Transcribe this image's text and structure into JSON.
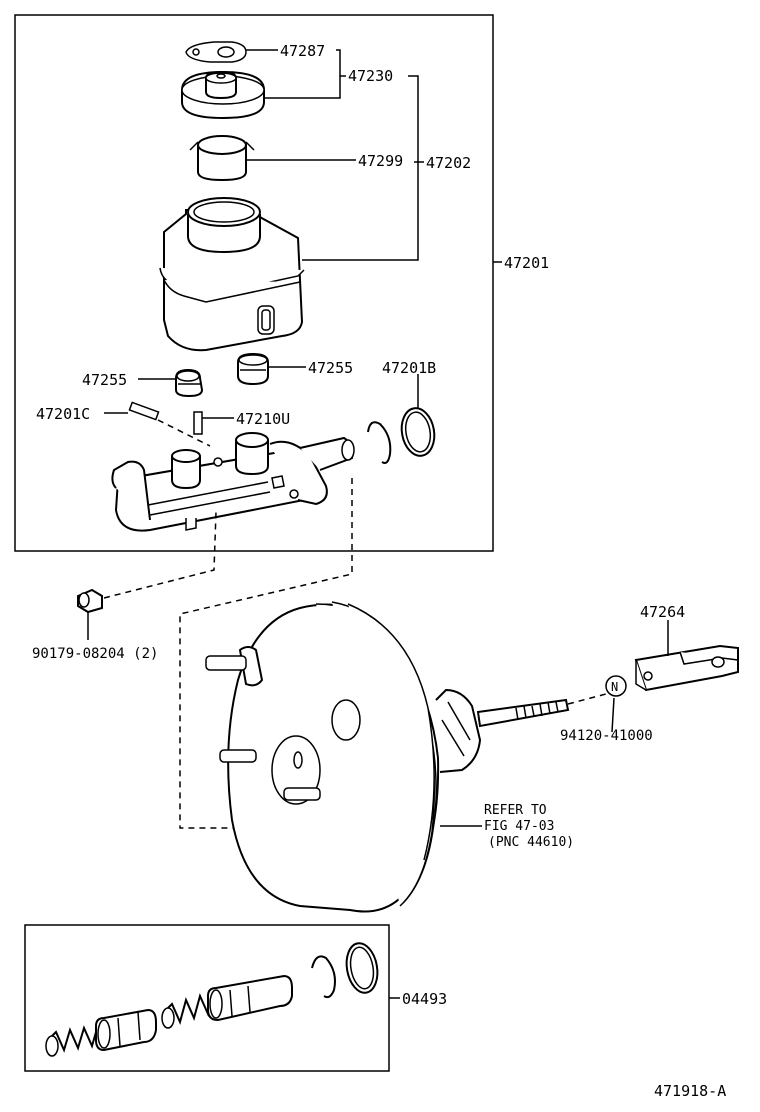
{
  "labels": {
    "p47287": "47287",
    "p47230": "47230",
    "p47299": "47299",
    "p47202": "47202",
    "p47201": "47201",
    "p47255_left": "47255",
    "p47255_right": "47255",
    "p47201B": "47201B",
    "p47201C": "47201C",
    "p47210U": "47210U",
    "p90179": "90179-08204 (2)",
    "p47264": "47264",
    "p94120": "94120-41000",
    "nut_symbol": "N",
    "refer_line1": "REFER TO",
    "refer_line2": "FIG 47-03",
    "refer_line3": "(PNC 44610)",
    "p04493": "04493",
    "figure_id": "471918-A"
  }
}
